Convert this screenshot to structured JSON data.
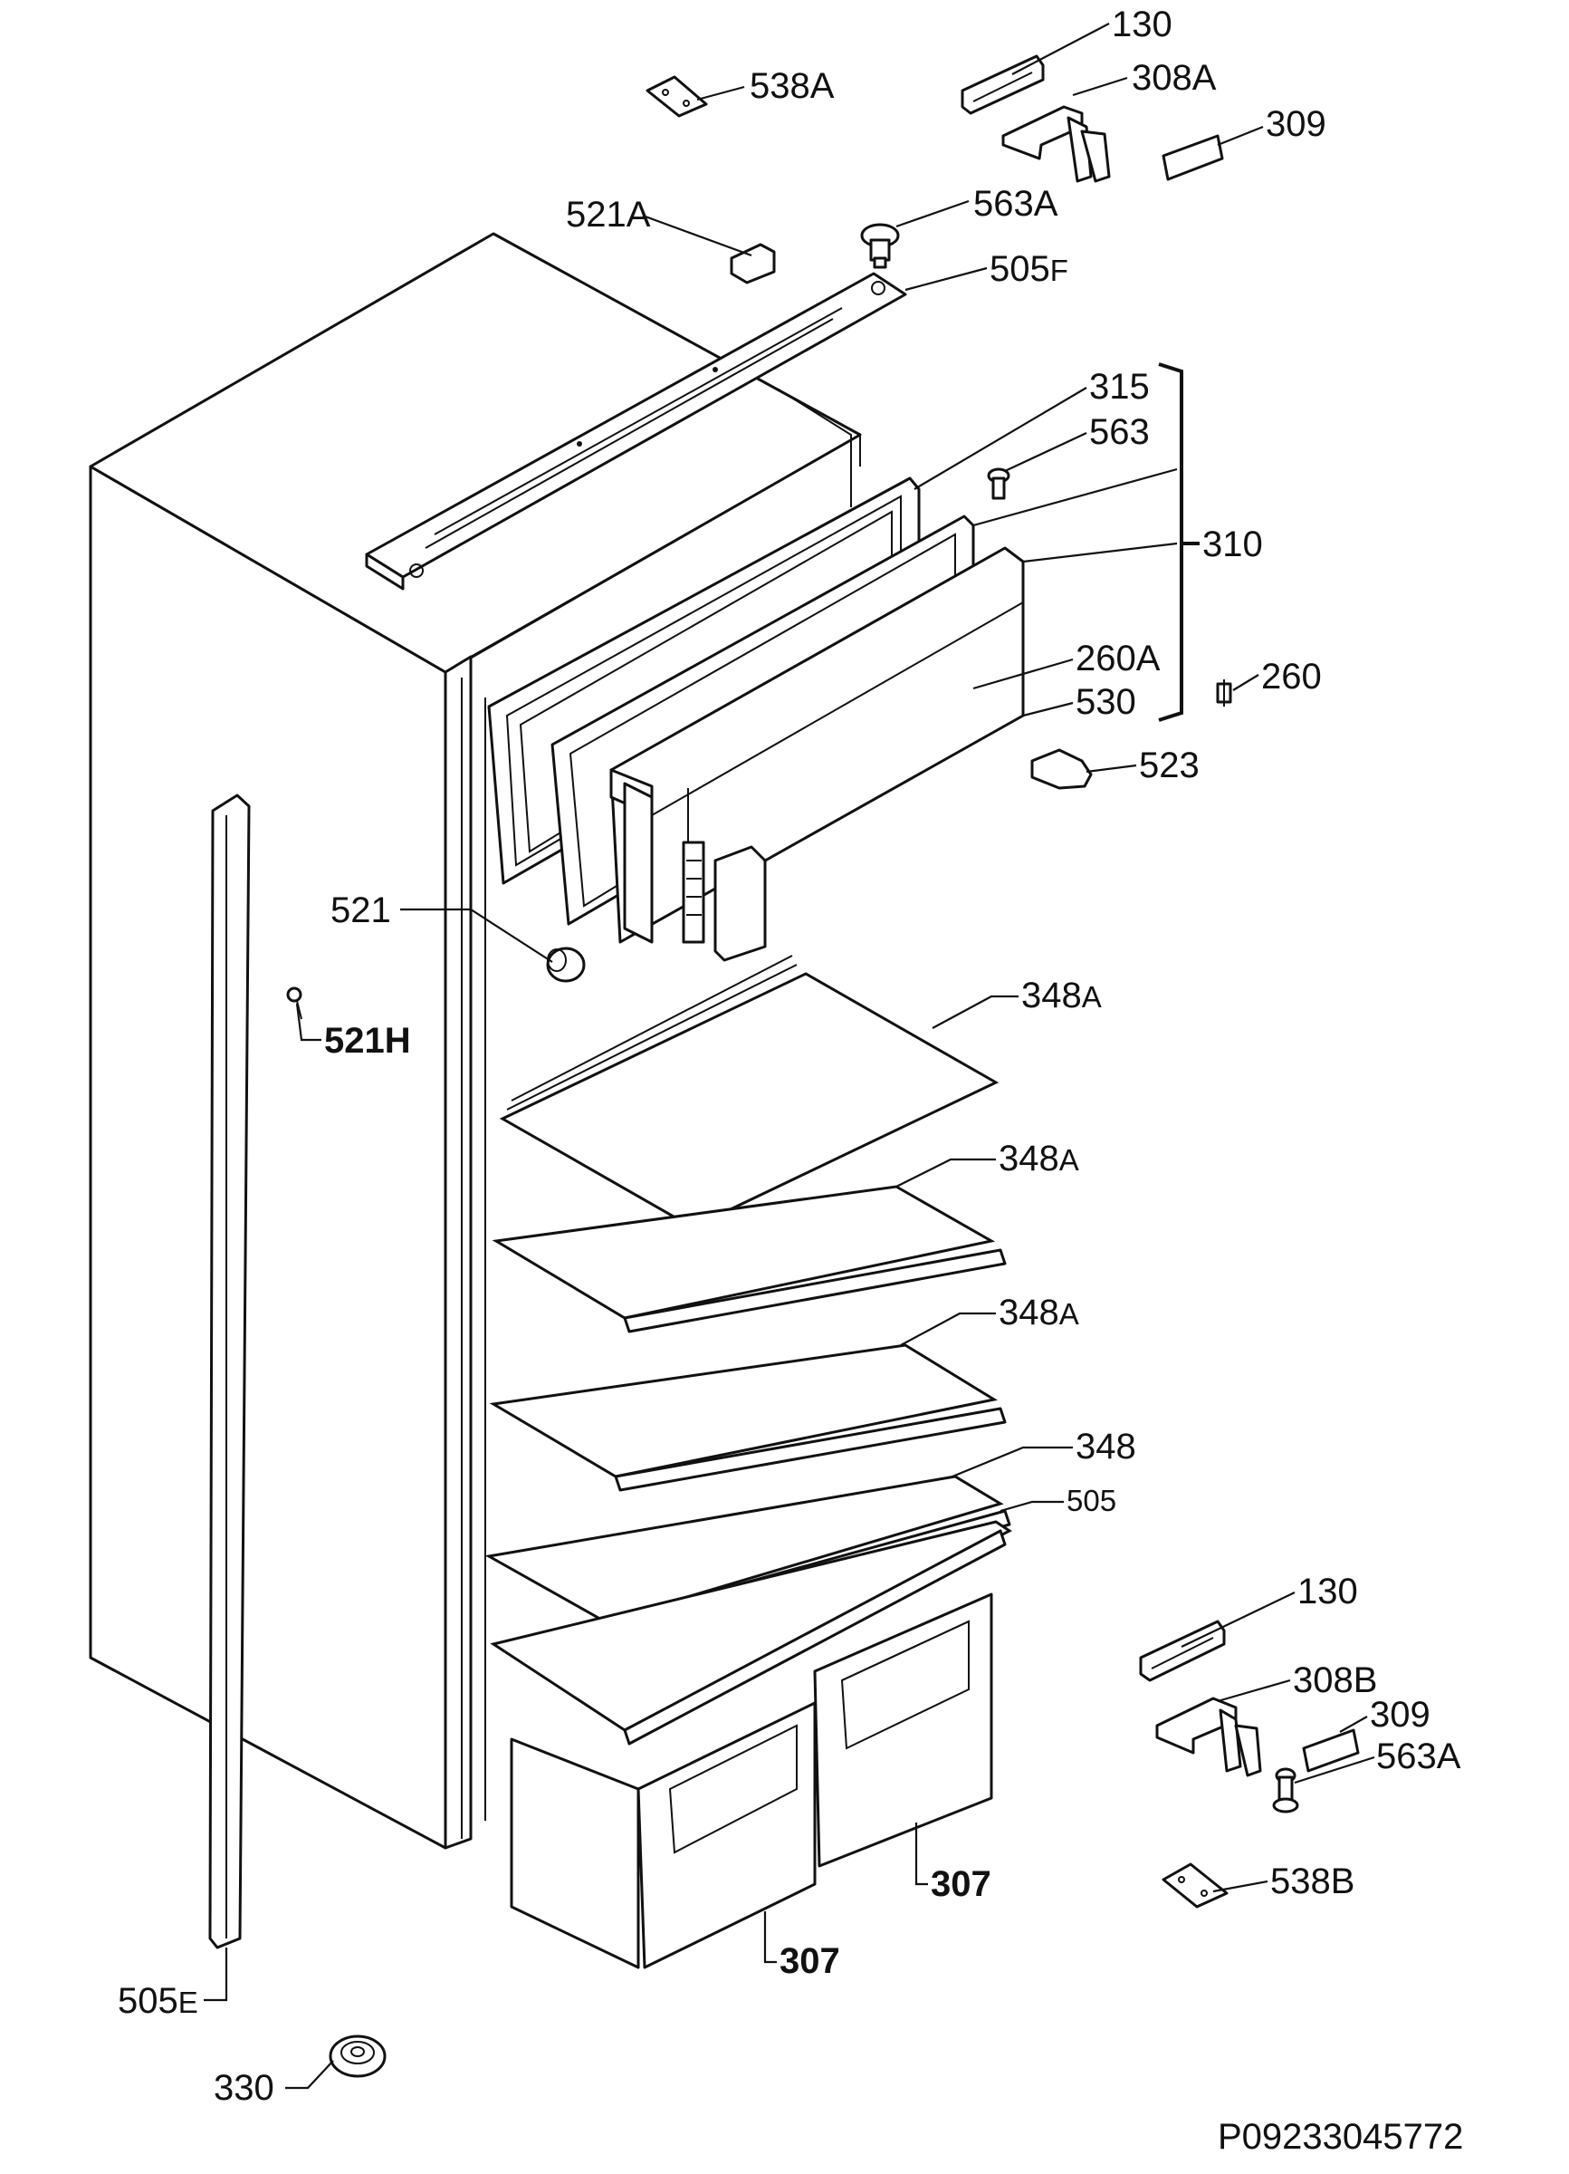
{
  "callouts": {
    "c130_top": "130",
    "c538A": "538A",
    "c308A": "308A",
    "c309_top": "309",
    "c521A": "521A",
    "c563A_top": "563A",
    "c505F": "505",
    "c505F_suffix": "F",
    "c315": "315",
    "c563": "563",
    "c310": "310",
    "c260A": "260A",
    "c260": "260",
    "c530": "530",
    "c523": "523",
    "c521": "521",
    "c521H": "521H",
    "c348A_1": "348",
    "c348A_1_suffix": "A",
    "c348A_2": "348",
    "c348A_2_suffix": "A",
    "c348A_3": "348",
    "c348A_3_suffix": "A",
    "c348": "348",
    "c505": "505",
    "c130_bot": "130",
    "c308B": "308B",
    "c309_bot": "309",
    "c563A_bot": "563A",
    "c307_right": "307",
    "c307_left": "307",
    "c538B": "538B",
    "c505E": "505",
    "c505E_suffix": "E",
    "c330": "330"
  },
  "reference_code": "P09233045772"
}
